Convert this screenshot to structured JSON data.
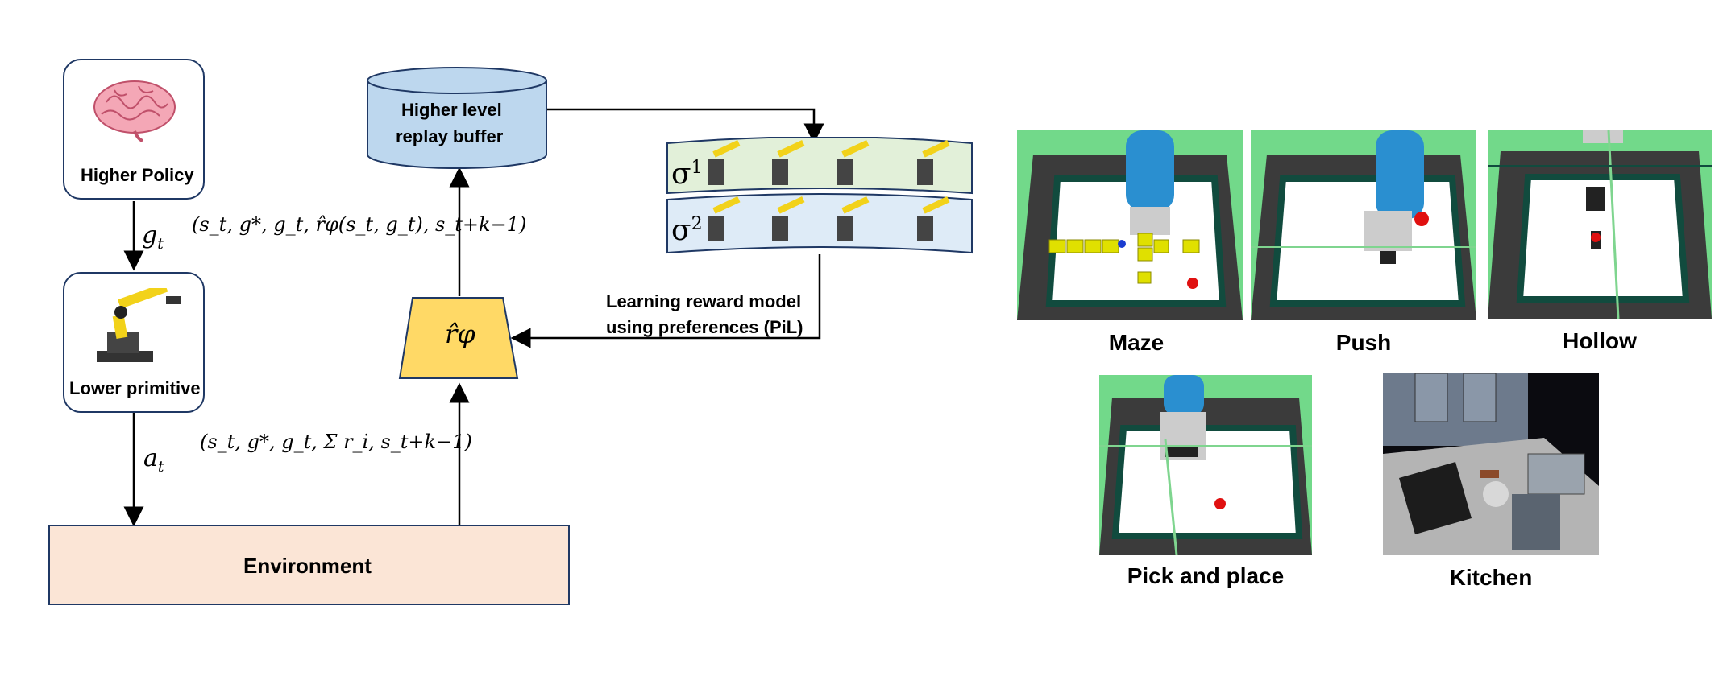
{
  "diagram": {
    "higher_policy": "Higher Policy",
    "lower_primitive": "Lower primitive",
    "environment": "Environment",
    "replay_buffer_line1": "Higher level",
    "replay_buffer_line2": "replay buffer",
    "reward_model": "r̂φ",
    "pil_line1": "Learning reward model",
    "pil_line2": "using preferences (PiL)",
    "g_t": "g",
    "g_t_sub": "t",
    "a_t": "a",
    "a_t_sub": "t",
    "transition_upper": "(s_t, g*, g_t, r̂φ(s_t, g_t), s_t+k−1)",
    "transition_lower": "(s_t, g*, g_t, Σ r_i, s_t+k−1)",
    "sigma1": "σ",
    "sigma1_sup": "1",
    "sigma2": "σ",
    "sigma2_sup": "2"
  },
  "environments": {
    "maze": "Maze",
    "push": "Push",
    "hollow": "Hollow",
    "pick_and_place": "Pick and place",
    "kitchen": "Kitchen"
  },
  "colors": {
    "policy_border": "#1f3864",
    "replay_fill": "#bdd7ee",
    "reward_fill": "#ffd966",
    "env_fill": "#fbe5d6",
    "seq1_fill": "#e2f0d9",
    "seq2_fill": "#deebf7",
    "sim_green": "#72d98a",
    "sim_floor": "#3b3b3b",
    "sim_wall": "#114b3e",
    "robot_blue": "#2a8fd0",
    "goal_red": "#e01010",
    "block_yellow": "#e0e000"
  }
}
